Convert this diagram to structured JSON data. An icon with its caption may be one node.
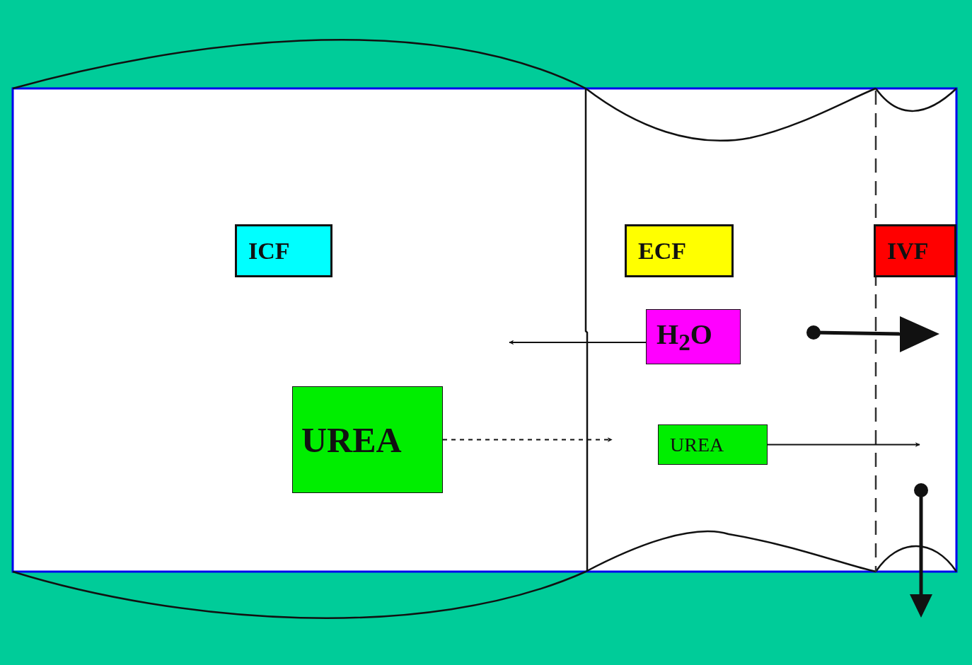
{
  "diagram": {
    "nodes": [
      {
        "text": [
          "ICF"
        ]
      },
      {
        "text": [
          "ECF"
        ]
      },
      {
        "text": [
          "IVF"
        ]
      },
      {
        "text": [
          "H$_{2}$O"
        ]
      },
      {
        "text": [
          "UREA"
        ]
      },
      {
        "text": [
          "UREA"
        ]
      }
    ],
    "edges": [
      {
        "from": 3,
        "to": null,
        "arrow": "to"
      },
      {
        "from": 4,
        "to": null,
        "arrow": "to",
        "style": "dashed"
      },
      {
        "from": 5,
        "to": null,
        "arrow": "to"
      }
    ]
  }
}
